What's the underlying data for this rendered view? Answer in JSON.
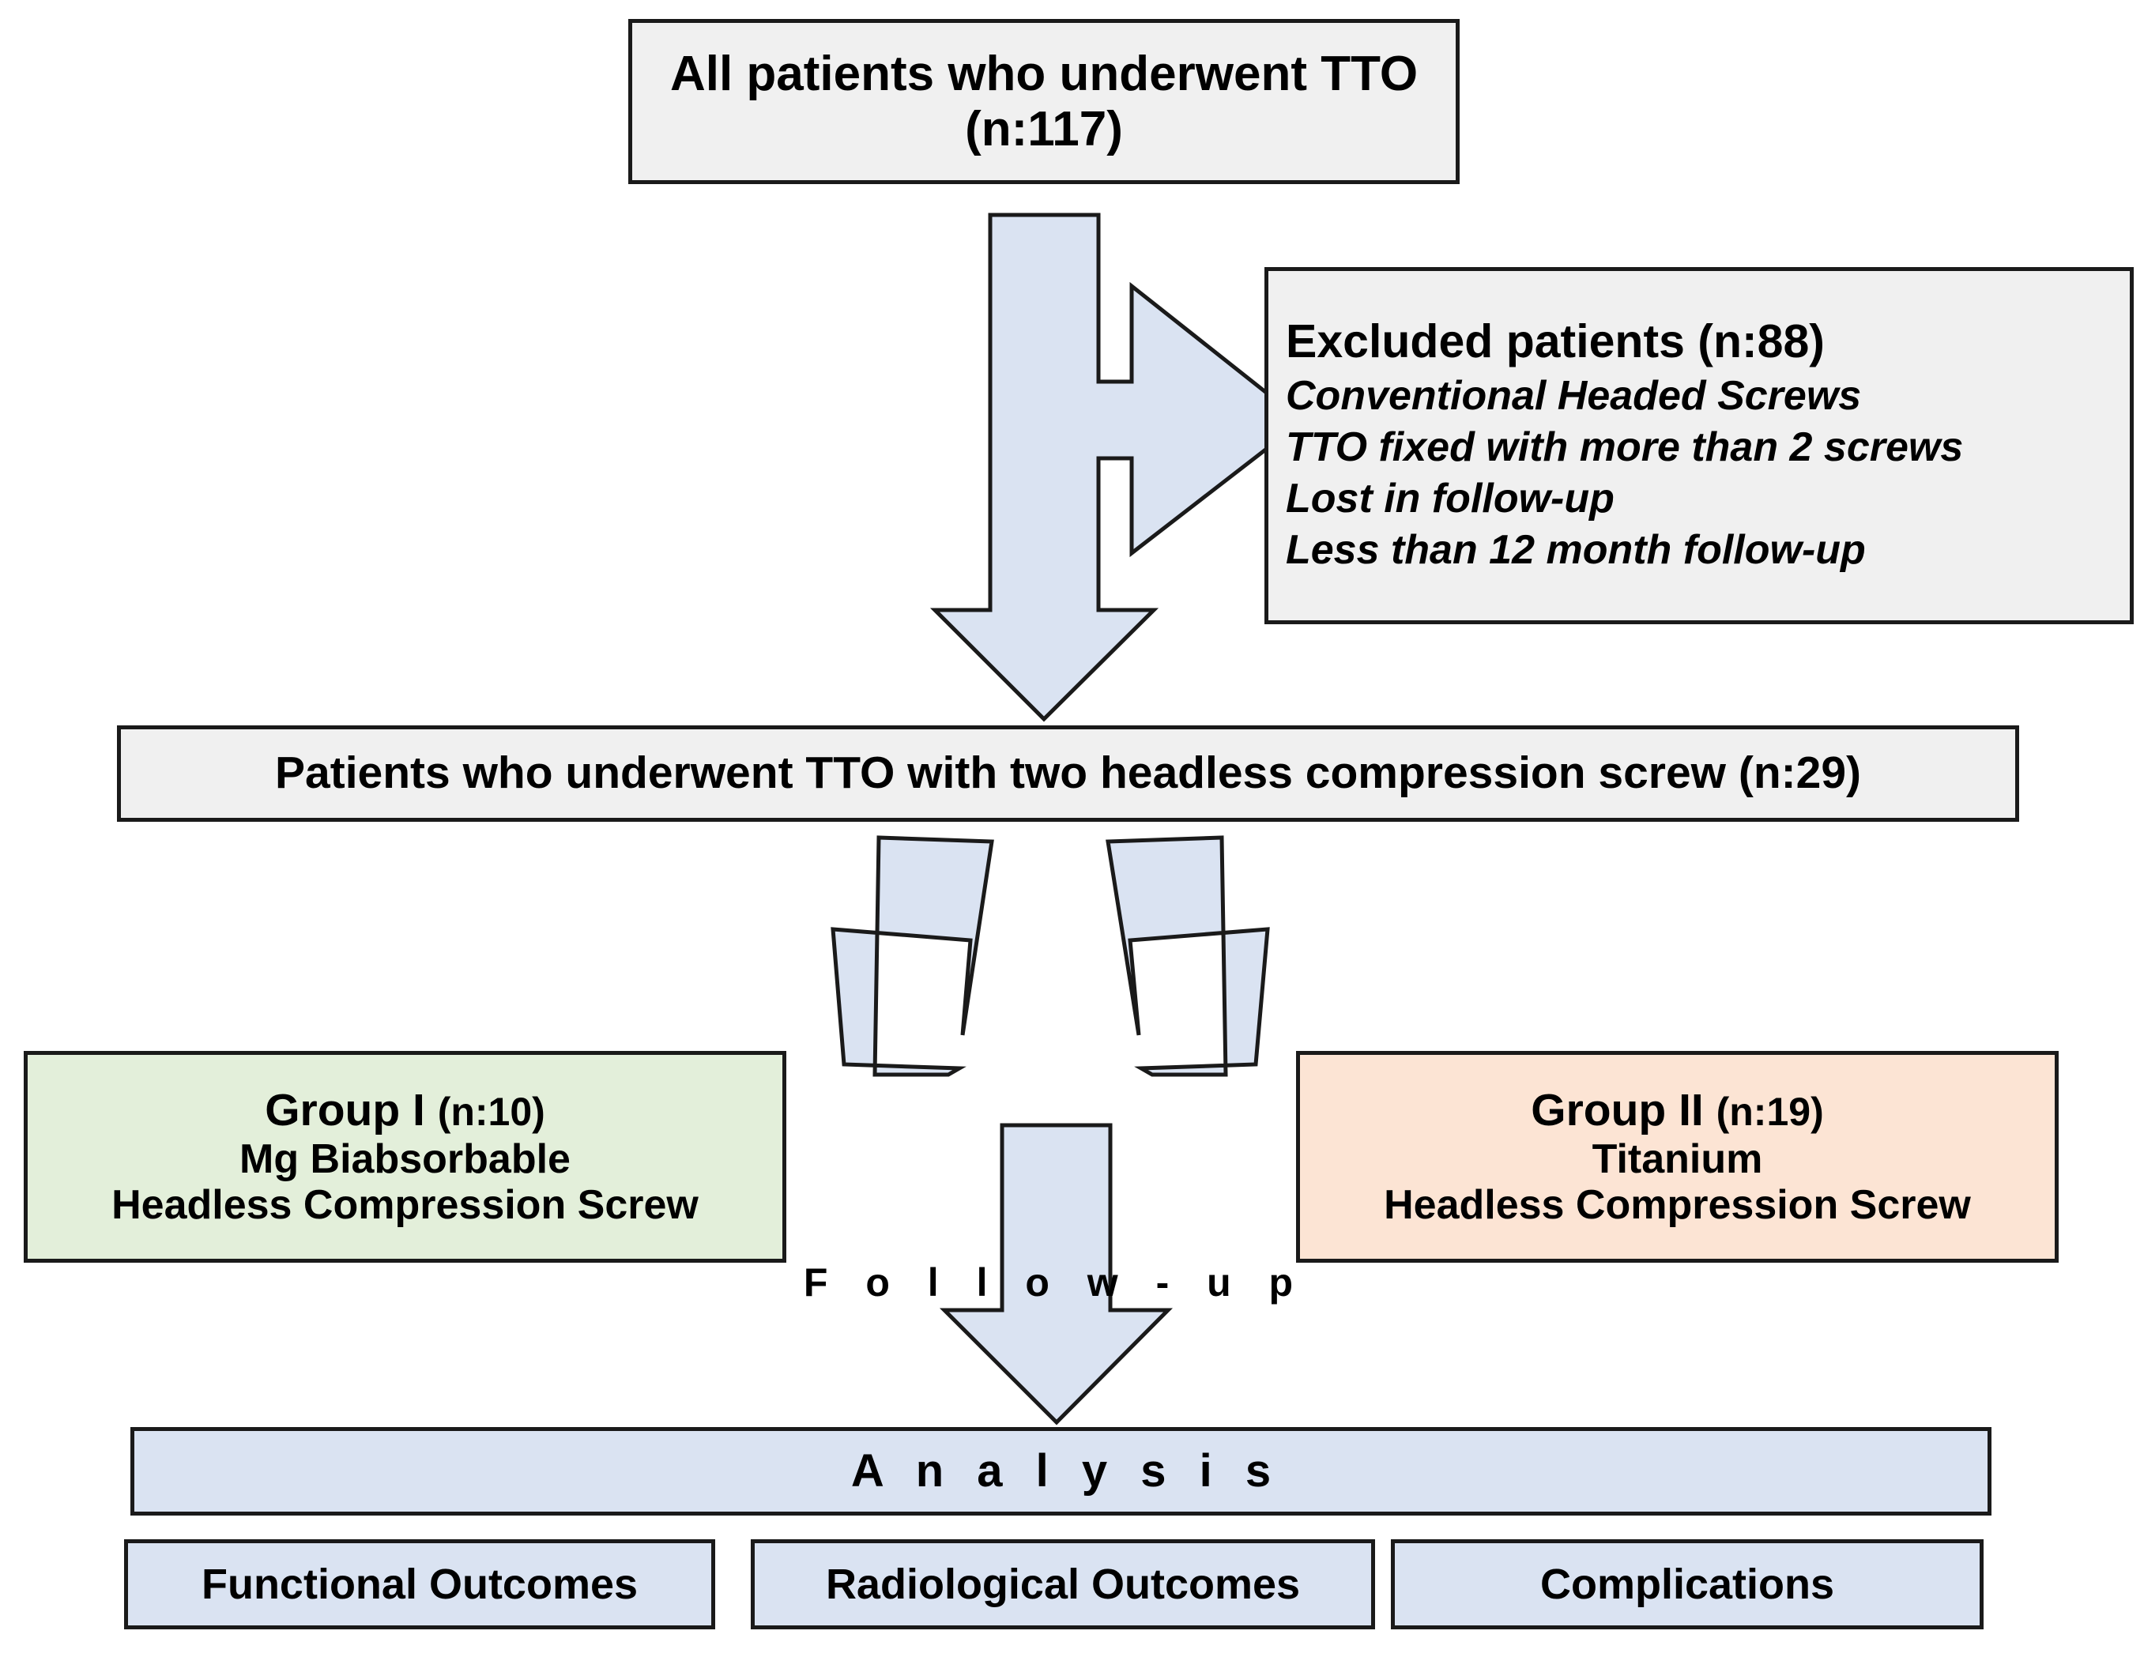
{
  "diagram": {
    "title": "TTO patient selection flowchart",
    "colors": {
      "arrow_fill": "#dae3f2",
      "grey_box": "#f0f0f0",
      "group1_green": "#e3efda",
      "group2_peach": "#fce4d4",
      "analysis_blue": "#dae3f2",
      "outline": "#1a1a1a"
    },
    "nodes": {
      "all_patients": {
        "line1": "All patients who underwent TTO",
        "line2": "(n:117)"
      },
      "excluded": {
        "header": "Excluded patients (n:88)",
        "reasons": [
          "Conventional Headed Screws",
          "TTO fixed with more than 2 screws",
          "Lost in follow-up",
          "Less than 12 month follow-up"
        ]
      },
      "included": {
        "text": "Patients who underwent TTO with two headless compression screw (n:29)"
      },
      "group1": {
        "title": "Group I",
        "count": "(n:10)",
        "line2": "Mg Biabsorbable",
        "line3": "Headless Compression Screw"
      },
      "group2": {
        "title": "Group II",
        "count": "(n:19)",
        "line2": "Titanium",
        "line3": "Headless Compression Screw"
      },
      "followup_label": "F o l l o w - u p",
      "analysis": "A n a l y s i s",
      "outcomes": [
        "Functional Outcomes",
        "Radiological Outcomes",
        "Complications"
      ]
    },
    "arrows": {
      "main_down_right": "down-arrow-with-right-branch",
      "split_left": "diagonal-arrow-down-left",
      "split_right": "diagonal-arrow-down-right",
      "followup_down": "down-arrow"
    }
  }
}
